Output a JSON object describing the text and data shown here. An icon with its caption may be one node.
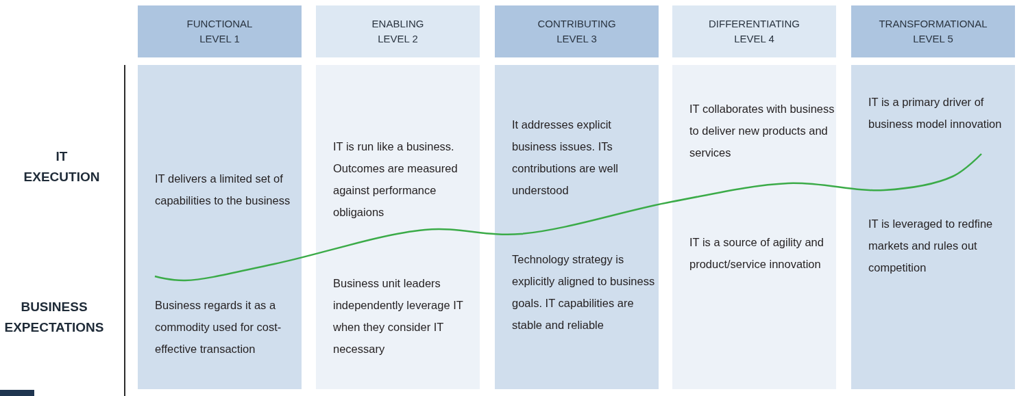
{
  "diagram": {
    "nodes": [
      {
        "text": [
          "FUNCTIONAL",
          "LEVEL 1"
        ]
      },
      {
        "text": [
          "ENABLING",
          "LEVEL 2"
        ]
      },
      {
        "text": [
          "CONTRIBUTING",
          "LEVEL 3"
        ]
      },
      {
        "text": [
          "DIFFERENTIATING",
          "LEVEL 4"
        ]
      },
      {
        "text": [
          "TRANSFORMATIONAL",
          "LEVEL 5"
        ]
      },
      {
        "text": [
          "IT delivers a limited set of capabilities to the business",
          "Business regards it as a commodity used for cost-effective transaction"
        ]
      },
      {
        "text": [
          "IT is run like a business. Outcomes are measured against performance obligaions",
          "Business unit leaders independently leverage IT when they consider IT necessary"
        ]
      },
      {
        "text": [
          "It addresses explicit business issues.  ITs contributions are well understood",
          "Technology strategy is explicitly aligned to business goals. IT capabilities are stable and reliable"
        ]
      },
      {
        "text": [
          "IT collaborates with business to deliver new products and services",
          "IT is a source of agility and product/service innovation"
        ]
      },
      {
        "text": [
          "IT is a primary driver of business model innovation",
          "IT is leveraged to redfine markets and rules out competition"
        ]
      }
    ],
    "labels": [
      "IT EXECUTION",
      "BUSINESS EXPECTATIONS"
    ]
  }
}
